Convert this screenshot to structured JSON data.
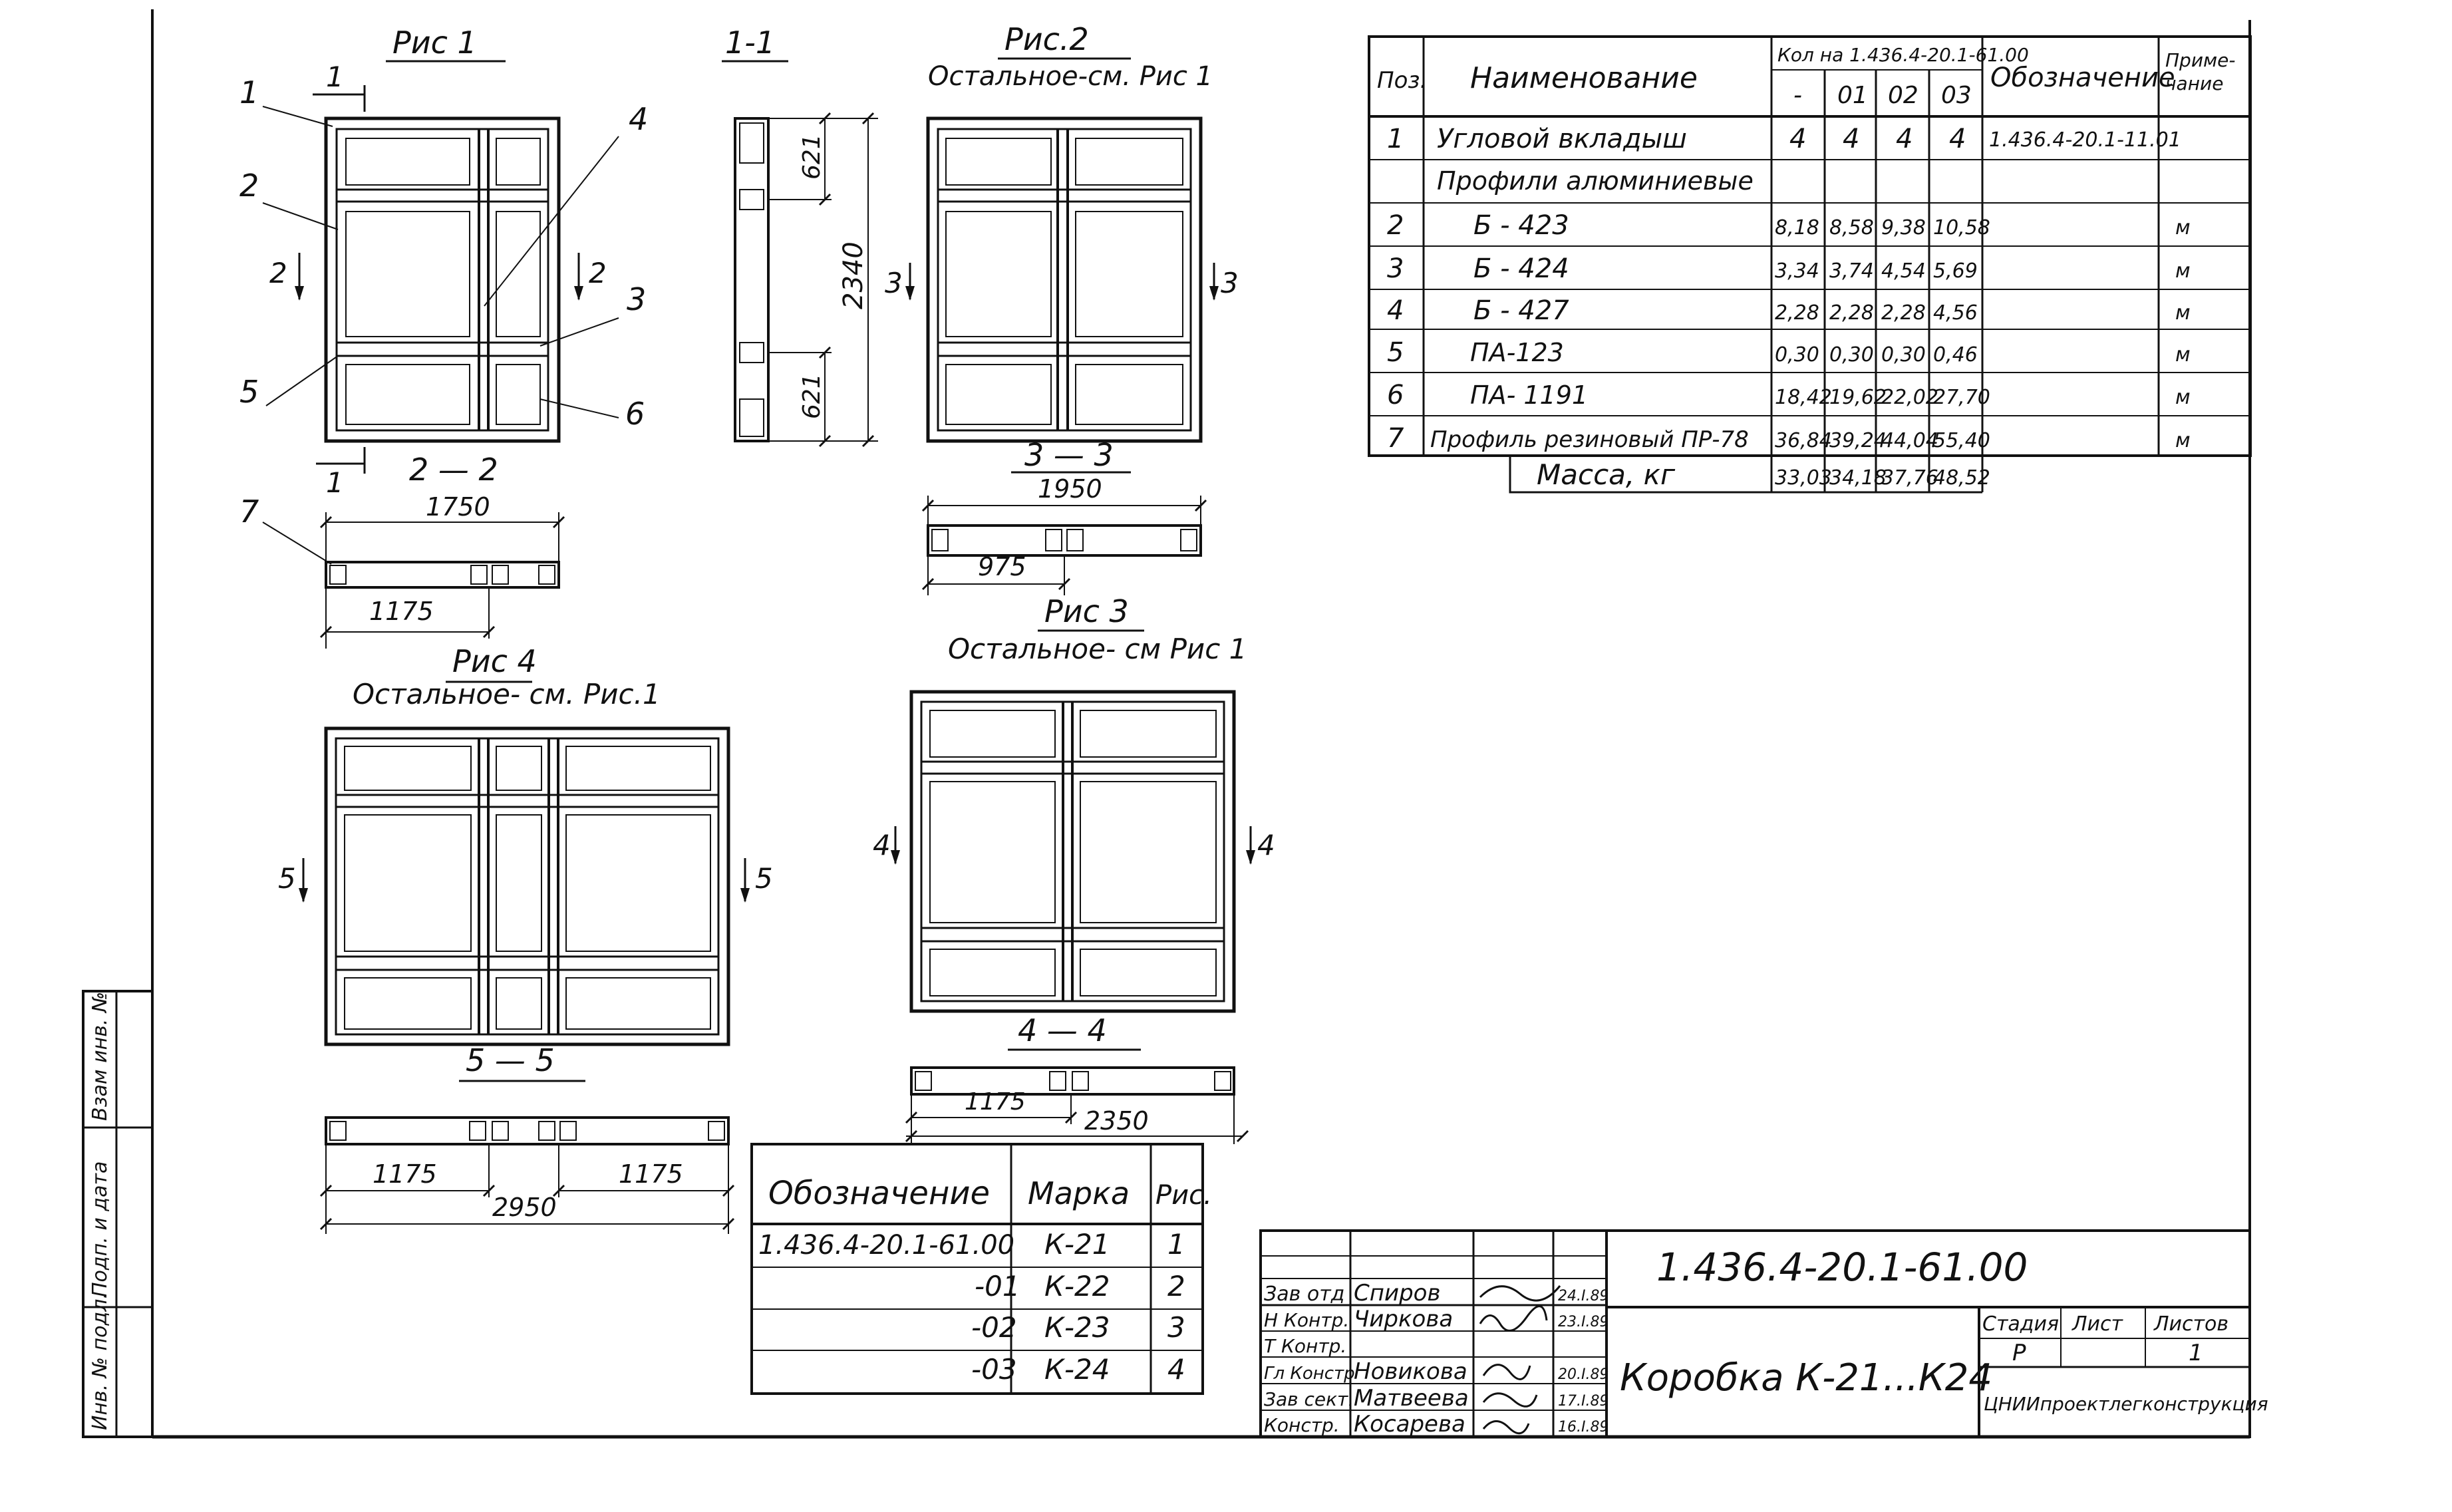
{
  "figures": {
    "fig1": {
      "title": "Рис 1",
      "callouts": [
        "1",
        "2",
        "3",
        "4",
        "5",
        "6",
        "7"
      ],
      "section_1": "1",
      "section_2": "2"
    },
    "section_1_1": {
      "title": "1-1",
      "dim_total": "2340",
      "dim_top": "621",
      "dim_bottom": "621"
    },
    "fig2": {
      "title": "Рис.2",
      "subtitle": "Остальное-см. Рис 1",
      "section_mark": "3"
    },
    "section_2_2": {
      "title": "2 — 2",
      "dim_total": "1750",
      "dim_part": "1175"
    },
    "section_3_3": {
      "title": "3 — 3",
      "dim_total": "1950",
      "dim_part": "975"
    },
    "fig3": {
      "title": "Рис 3",
      "subtitle": "Остальное- см Рис 1",
      "section_mark": "4"
    },
    "fig4": {
      "title": "Рис 4",
      "subtitle": "Остальное- см. Рис.1",
      "section_mark": "5"
    },
    "section_4_4": {
      "title": "4 — 4",
      "dim_total": "2350",
      "dim_part": "1175"
    },
    "section_5_5": {
      "title": "5 — 5",
      "dim_total": "2950",
      "dim_left": "1175",
      "dim_right": "1175"
    }
  },
  "spec_table": {
    "headers": {
      "pos": "Поз.",
      "name": "Наименование",
      "qty_group": "Кол на 1.436.4-20.1-61.00",
      "qty_cols": [
        "-",
        "01",
        "02",
        "03"
      ],
      "designation": "Обозначение",
      "note": "Приме-\nчание"
    },
    "rows": [
      {
        "pos": "1",
        "name": "Угловой вкладыш",
        "q": [
          "4",
          "4",
          "4",
          "4"
        ],
        "des": "1.436.4-20.1-11.01",
        "note": ""
      },
      {
        "pos": "",
        "name": "Профили алюминиевые",
        "q": [
          "",
          "",
          "",
          ""
        ],
        "des": "",
        "note": ""
      },
      {
        "pos": "2",
        "name": "Б - 423",
        "q": [
          "8,18",
          "8,58",
          "9,38",
          "10,58"
        ],
        "des": "",
        "note": "м"
      },
      {
        "pos": "3",
        "name": "Б - 424",
        "q": [
          "3,34",
          "3,74",
          "4,54",
          "5,69"
        ],
        "des": "",
        "note": "м"
      },
      {
        "pos": "4",
        "name": "Б - 427",
        "q": [
          "2,28",
          "2,28",
          "2,28",
          "4,56"
        ],
        "des": "",
        "note": "м"
      },
      {
        "pos": "5",
        "name": "ПА-123",
        "q": [
          "0,30",
          "0,30",
          "0,30",
          "0,46"
        ],
        "des": "",
        "note": "м"
      },
      {
        "pos": "6",
        "name": "ПА- 1191",
        "q": [
          "18,42",
          "19,62",
          "22,02",
          "27,70"
        ],
        "des": "",
        "note": "м"
      },
      {
        "pos": "7",
        "name": "Профиль резиновый ПР-78",
        "q": [
          "36,84",
          "39,24",
          "44,04",
          "55,40"
        ],
        "des": "",
        "note": "м"
      }
    ],
    "mass_label": "Масса, кг",
    "mass": [
      "33,03",
      "34,18",
      "37,76",
      "48,52"
    ]
  },
  "mark_table": {
    "headers": {
      "designation": "Обозначение",
      "mark": "Марка",
      "fig": "Рис."
    },
    "rows": [
      {
        "des": "1.436.4-20.1-61.00",
        "mark": "К-21",
        "fig": "1"
      },
      {
        "des": "-01",
        "mark": "К-22",
        "fig": "2"
      },
      {
        "des": "-02",
        "mark": "К-23",
        "fig": "3"
      },
      {
        "des": "-03",
        "mark": "К-24",
        "fig": "4"
      }
    ]
  },
  "title_block": {
    "doc_code": "1.436.4-20.1-61.00",
    "title": "Коробка К-21...К24",
    "stage_label": "Стадия",
    "sheet_label": "Лист",
    "sheets_label": "Листов",
    "stage": "Р",
    "sheet": "",
    "sheets": "1",
    "org": "ЦНИИпроектлегконструкция",
    "signers": [
      {
        "role": "Зав отд",
        "name": "Спиров",
        "date": "24.I.89"
      },
      {
        "role": "Н Контр.",
        "name": "Чиркова",
        "date": "23.I.89"
      },
      {
        "role": "Т Контр.",
        "name": "",
        "date": ""
      },
      {
        "role": "Гл Констр",
        "name": "Новикова",
        "date": "20.I.89"
      },
      {
        "role": "Зав сект.",
        "name": "Матвеева",
        "date": "17.I.89"
      },
      {
        "role": "Констр.",
        "name": "Косарева",
        "date": "16.I.89"
      }
    ]
  },
  "side_stamp": {
    "cells": [
      "Инв. № подл.",
      "Подп. и дата",
      "Взам инв. №"
    ]
  }
}
